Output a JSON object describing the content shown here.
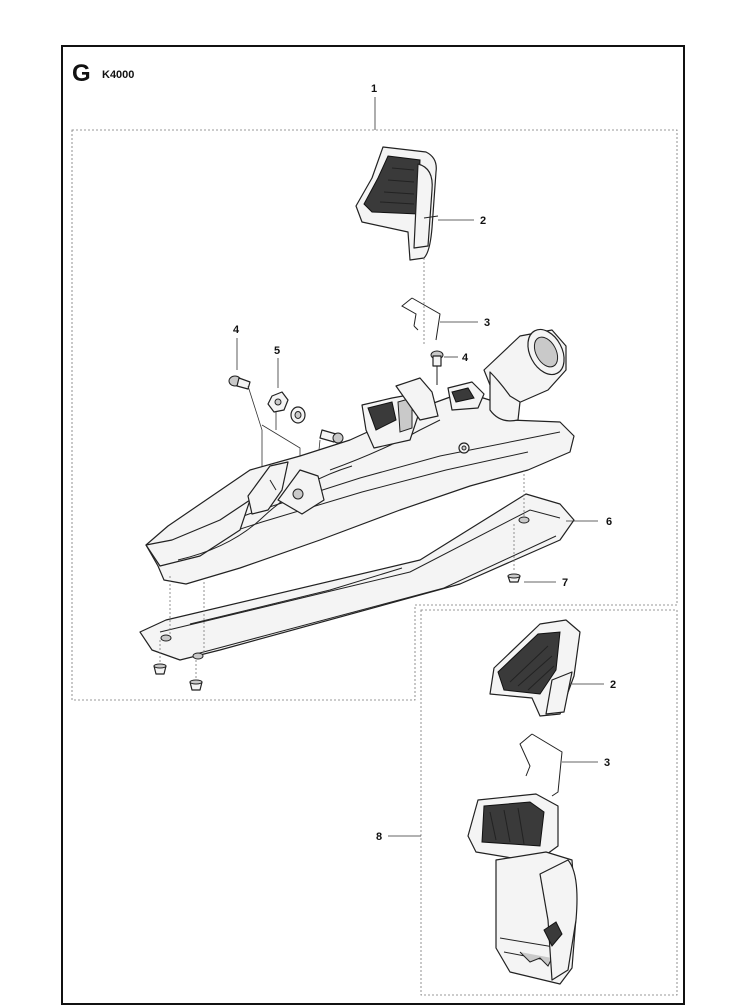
{
  "header": {
    "section_letter": "G",
    "model": "K4000"
  },
  "callouts": {
    "c1": "1",
    "c2a": "2",
    "c3a": "3",
    "c4a": "4",
    "c4b": "4",
    "c5": "5",
    "c6": "6",
    "c7": "7",
    "c2b": "2",
    "c3b": "3",
    "c8": "8"
  }
}
